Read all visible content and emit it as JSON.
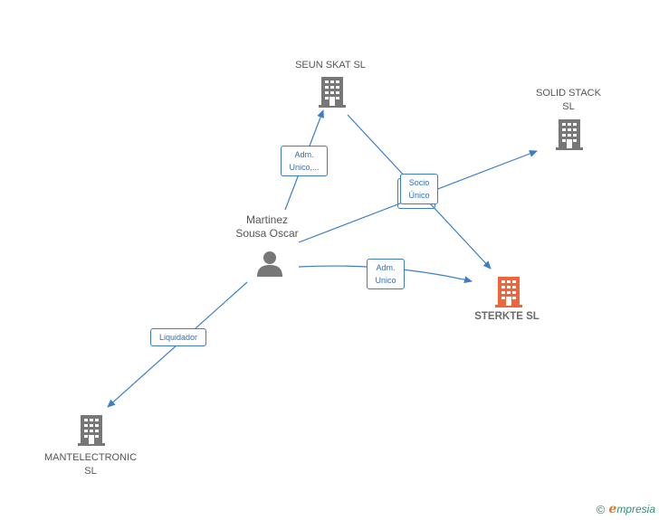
{
  "nodes": {
    "seun": {
      "label": "SEUN SKAT  SL",
      "type": "company",
      "color": "#777777"
    },
    "solid": {
      "label": "SOLID STACK\nSL",
      "type": "company",
      "color": "#777777"
    },
    "sterkte": {
      "label": "STERKTE  SL",
      "type": "company",
      "color": "#f0643a"
    },
    "mantel": {
      "label": "MANTELECTRONIC\nSL",
      "type": "company",
      "color": "#777777"
    },
    "person": {
      "label": "Martinez\nSousa Oscar",
      "type": "person",
      "color": "#777777"
    }
  },
  "edges": {
    "adm_unico_seun": "Adm.\nUnico,...",
    "socio_unico": "Socio\nÚnico",
    "adm_unico_sterkte": "Adm.\nUnico",
    "liquidador": "Liquidador"
  },
  "colors": {
    "edge": "#3a7dc9"
  },
  "brand": {
    "copyright": "©",
    "e": "e",
    "rest": "mpresia"
  }
}
